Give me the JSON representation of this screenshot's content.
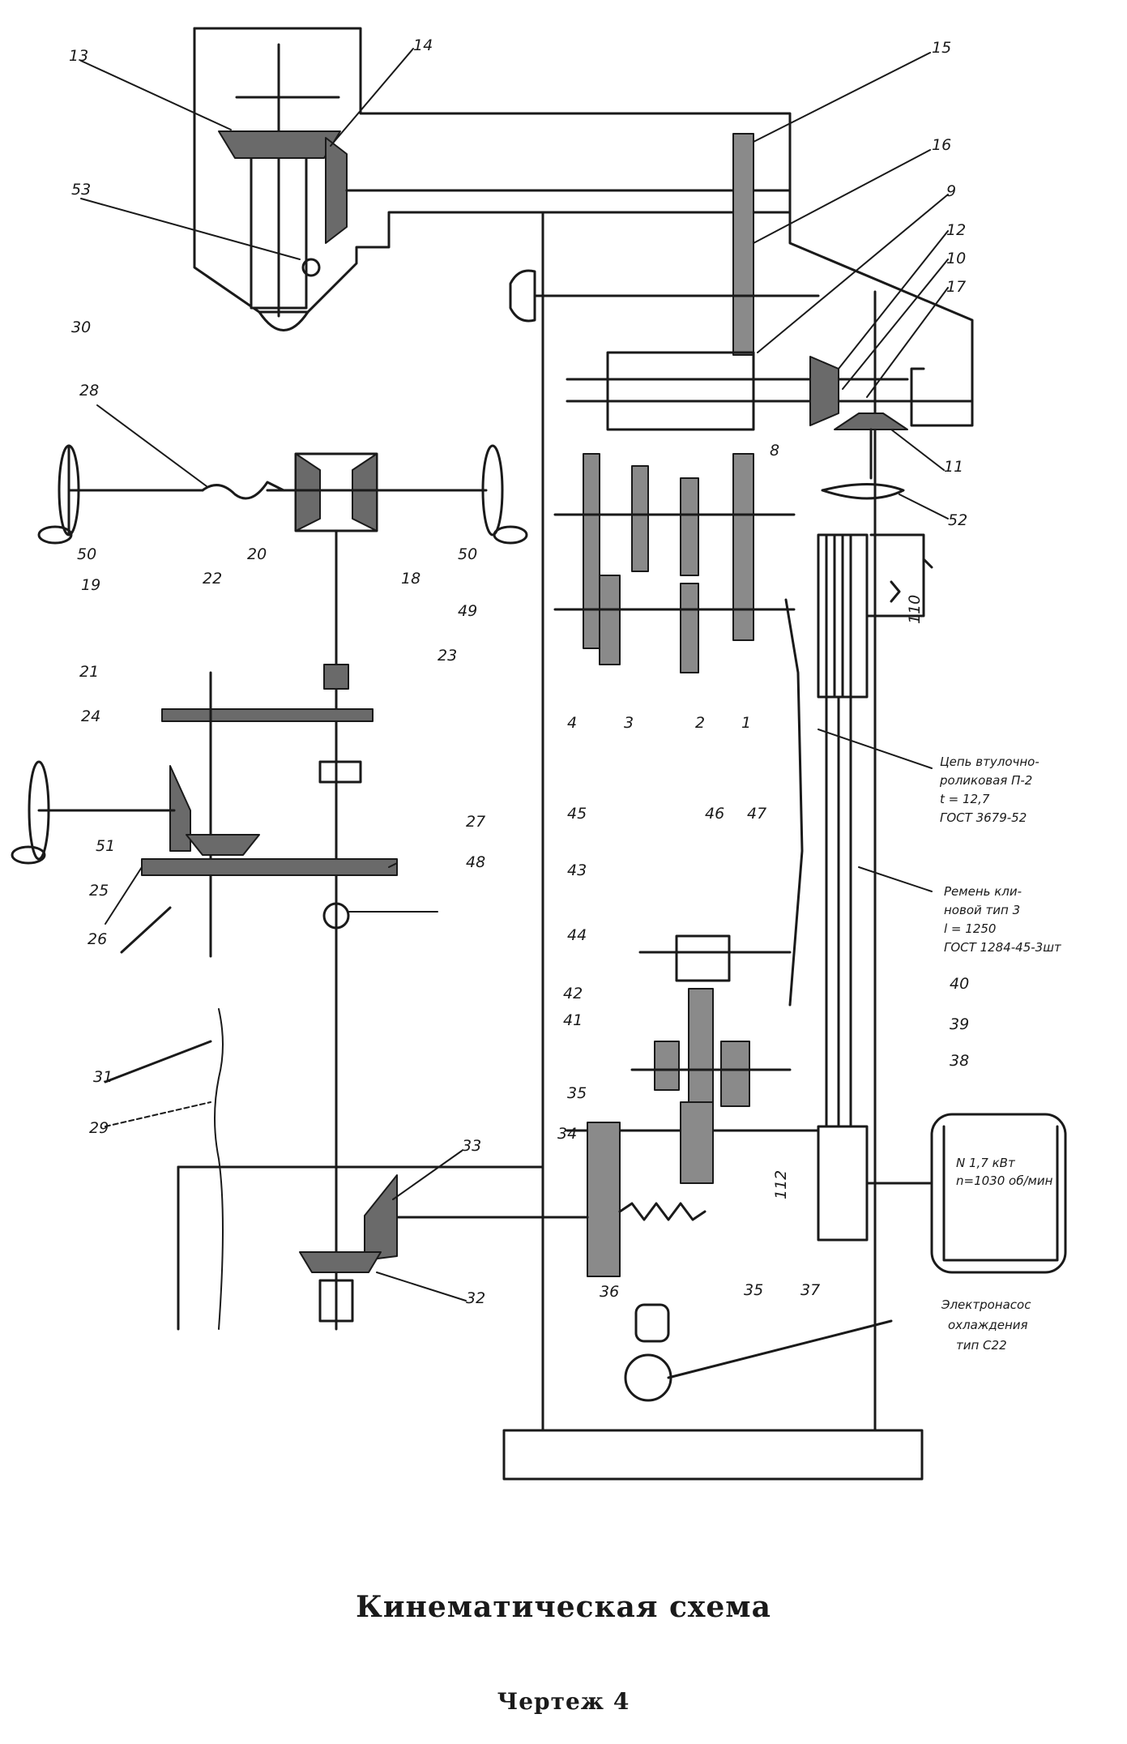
{
  "labels": {
    "l13": "13",
    "l14": "14",
    "l53": "53",
    "l30": "30",
    "l28": "28",
    "l50a": "50",
    "l19": "19",
    "l20": "20",
    "l18": "18",
    "l50b": "50",
    "l22": "22",
    "l49": "49",
    "l23": "23",
    "l21": "21",
    "l24": "24",
    "l51": "51",
    "l25": "25",
    "l26": "26",
    "l27": "27",
    "l48": "48",
    "l31": "31",
    "l29": "29",
    "l33": "33",
    "l32": "32",
    "l15": "15",
    "l16": "16",
    "l9": "9",
    "l12": "12",
    "l10": "10",
    "l17": "17",
    "l8": "8",
    "l11": "11",
    "l52": "52",
    "l4": "4",
    "l3": "3",
    "l2": "2",
    "l1": "1",
    "l45": "45",
    "l46": "46",
    "l47": "47",
    "l43": "43",
    "l44": "44",
    "l42": "42",
    "l41": "41",
    "l40": "40",
    "l39": "39",
    "l38": "38",
    "l35a": "35",
    "l35b": "35",
    "l37": "37",
    "l34": "34",
    "l36": "36",
    "l110": "110",
    "l112": "112"
  },
  "notes": {
    "chain_1": "Цепь втулочно-",
    "chain_2": "роликовая П-2",
    "chain_3": "t = 12,7",
    "chain_4": "ГОСТ 3679-52",
    "belt_1": "Ремень кли-",
    "belt_2": "новой тип 3",
    "belt_3": "l = 1250",
    "belt_4": "ГОСТ 1284-45-3шт",
    "motor_1": "N 1,7 кВт",
    "motor_2": "n=1030 об/мин",
    "pump_1": "Электронасос",
    "pump_2": "охлаждения",
    "pump_3": "тип С22"
  },
  "captions": {
    "title": "Кинематическая схема",
    "subtitle": "Чертеж 4"
  }
}
